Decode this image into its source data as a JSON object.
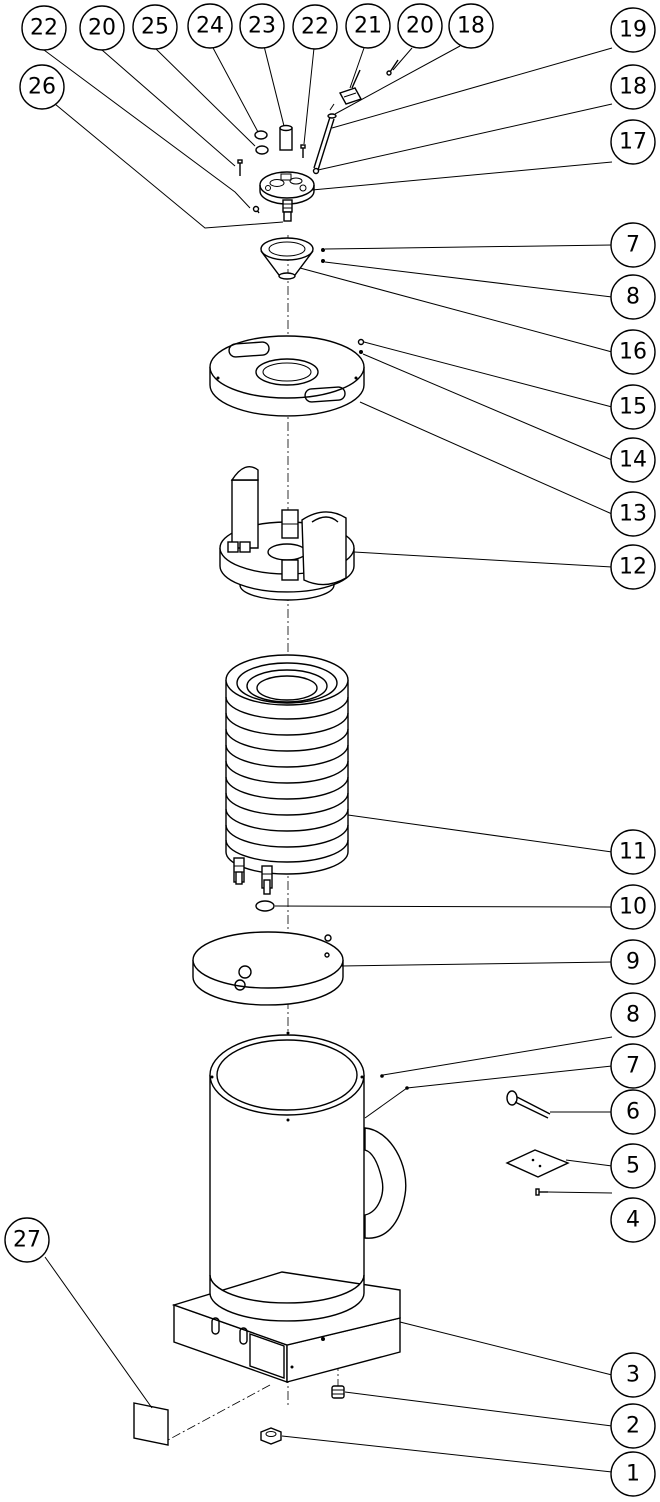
{
  "diagram": {
    "type": "exploded-assembly-drawing",
    "callouts": [
      {
        "id": "c22a",
        "label": "22"
      },
      {
        "id": "c20a",
        "label": "20"
      },
      {
        "id": "c25",
        "label": "25"
      },
      {
        "id": "c24",
        "label": "24"
      },
      {
        "id": "c23",
        "label": "23"
      },
      {
        "id": "c22b",
        "label": "22"
      },
      {
        "id": "c21",
        "label": "21"
      },
      {
        "id": "c20b",
        "label": "20"
      },
      {
        "id": "c18a",
        "label": "18"
      },
      {
        "id": "c19",
        "label": "19"
      },
      {
        "id": "c18b",
        "label": "18"
      },
      {
        "id": "c26",
        "label": "26"
      },
      {
        "id": "c17",
        "label": "17"
      },
      {
        "id": "c7a",
        "label": "7"
      },
      {
        "id": "c8a",
        "label": "8"
      },
      {
        "id": "c16",
        "label": "16"
      },
      {
        "id": "c15",
        "label": "15"
      },
      {
        "id": "c14",
        "label": "14"
      },
      {
        "id": "c13",
        "label": "13"
      },
      {
        "id": "c12",
        "label": "12"
      },
      {
        "id": "c11",
        "label": "11"
      },
      {
        "id": "c10",
        "label": "10"
      },
      {
        "id": "c9",
        "label": "9"
      },
      {
        "id": "c8b",
        "label": "8"
      },
      {
        "id": "c7b",
        "label": "7"
      },
      {
        "id": "c6",
        "label": "6"
      },
      {
        "id": "c5",
        "label": "5"
      },
      {
        "id": "c4",
        "label": "4"
      },
      {
        "id": "c27",
        "label": "27"
      },
      {
        "id": "c3",
        "label": "3"
      },
      {
        "id": "c2",
        "label": "2"
      },
      {
        "id": "c1",
        "label": "1"
      }
    ]
  }
}
